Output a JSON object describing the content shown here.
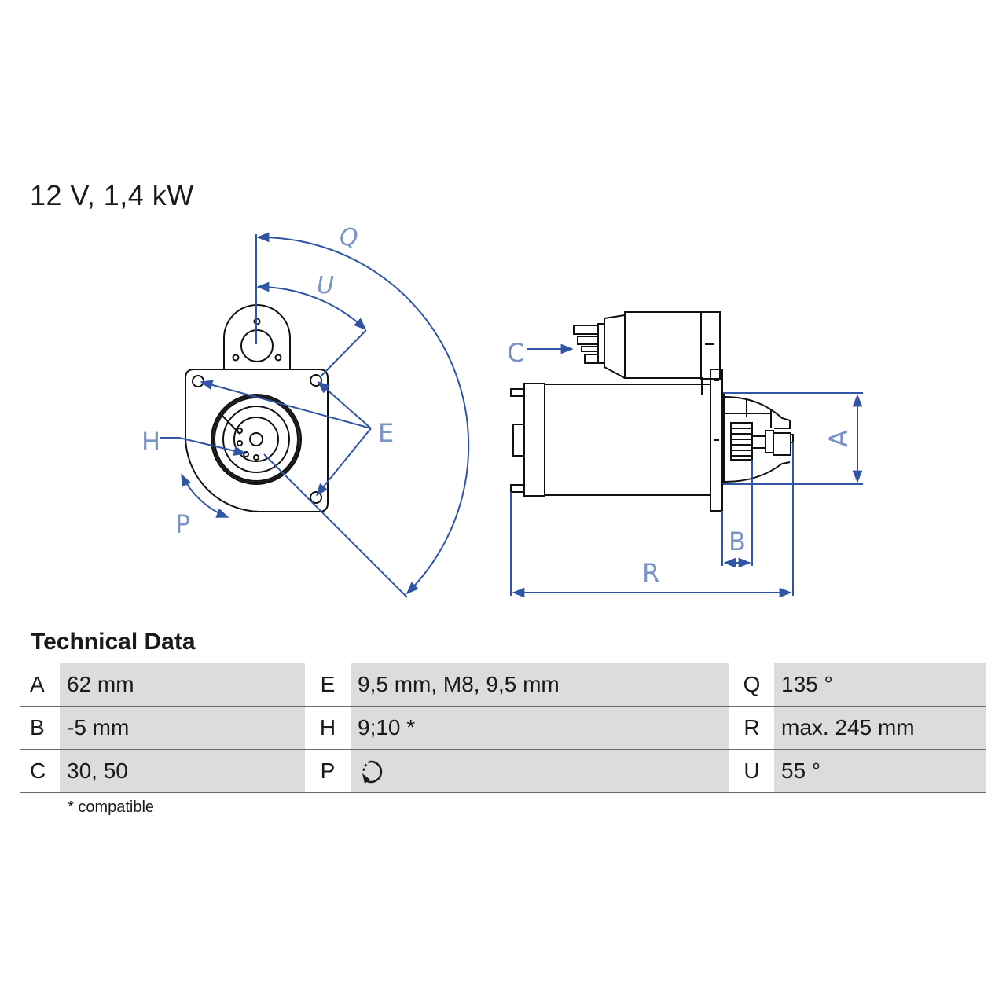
{
  "header": {
    "title": "12 V, 1,4 kW"
  },
  "drawing": {
    "line_color": "#2f55a4",
    "outline_color": "#111111",
    "front_view_labels": {
      "Q": "Q",
      "U": "U",
      "E": "E",
      "H": "H",
      "P": "P"
    },
    "side_view_labels": {
      "C": "C",
      "A": "A",
      "B": "B",
      "R": "R"
    }
  },
  "technical_data": {
    "title": "Technical Data",
    "rows": [
      [
        {
          "key": "A",
          "value": "62 mm"
        },
        {
          "key": "E",
          "value": "9,5 mm, M8, 9,5 mm"
        },
        {
          "key": "Q",
          "value": "135 °"
        }
      ],
      [
        {
          "key": "B",
          "value": "-5 mm"
        },
        {
          "key": "H",
          "value": "9;10 *"
        },
        {
          "key": "R",
          "value": "max. 245 mm"
        }
      ],
      [
        {
          "key": "C",
          "value": "30, 50"
        },
        {
          "key": "P",
          "value": "",
          "icon": "rotation-counterclockwise-icon"
        },
        {
          "key": "U",
          "value": "55 °"
        }
      ]
    ],
    "footnote": "* compatible"
  },
  "colors": {
    "table_value_bg": "#dcdcdc",
    "table_rule": "#6a6a6a",
    "dimension_blue": "#2f55a4",
    "label_blue": "#7a92c4"
  }
}
